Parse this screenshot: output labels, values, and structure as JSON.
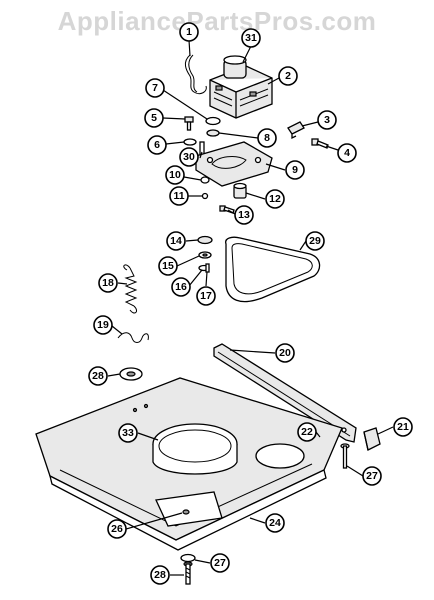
{
  "watermark": "AppliancePartsPros.com",
  "callouts": [
    {
      "id": "1",
      "label": "1"
    },
    {
      "id": "31",
      "label": "31"
    },
    {
      "id": "2",
      "label": "2"
    },
    {
      "id": "7",
      "label": "7"
    },
    {
      "id": "5",
      "label": "5"
    },
    {
      "id": "3",
      "label": "3"
    },
    {
      "id": "4",
      "label": "4"
    },
    {
      "id": "6",
      "label": "6"
    },
    {
      "id": "8",
      "label": "8"
    },
    {
      "id": "30",
      "label": "30"
    },
    {
      "id": "9",
      "label": "9"
    },
    {
      "id": "10",
      "label": "10"
    },
    {
      "id": "11",
      "label": "11"
    },
    {
      "id": "12",
      "label": "12"
    },
    {
      "id": "13",
      "label": "13"
    },
    {
      "id": "14",
      "label": "14"
    },
    {
      "id": "29",
      "label": "29"
    },
    {
      "id": "15",
      "label": "15"
    },
    {
      "id": "16",
      "label": "16"
    },
    {
      "id": "17",
      "label": "17"
    },
    {
      "id": "18",
      "label": "18"
    },
    {
      "id": "19",
      "label": "19"
    },
    {
      "id": "20",
      "label": "20"
    },
    {
      "id": "28a",
      "label": "28"
    },
    {
      "id": "33",
      "label": "33"
    },
    {
      "id": "22",
      "label": "22"
    },
    {
      "id": "21",
      "label": "21"
    },
    {
      "id": "27a",
      "label": "27"
    },
    {
      "id": "26",
      "label": "26"
    },
    {
      "id": "24",
      "label": "24"
    },
    {
      "id": "27b",
      "label": "27"
    },
    {
      "id": "28b",
      "label": "28"
    }
  ]
}
